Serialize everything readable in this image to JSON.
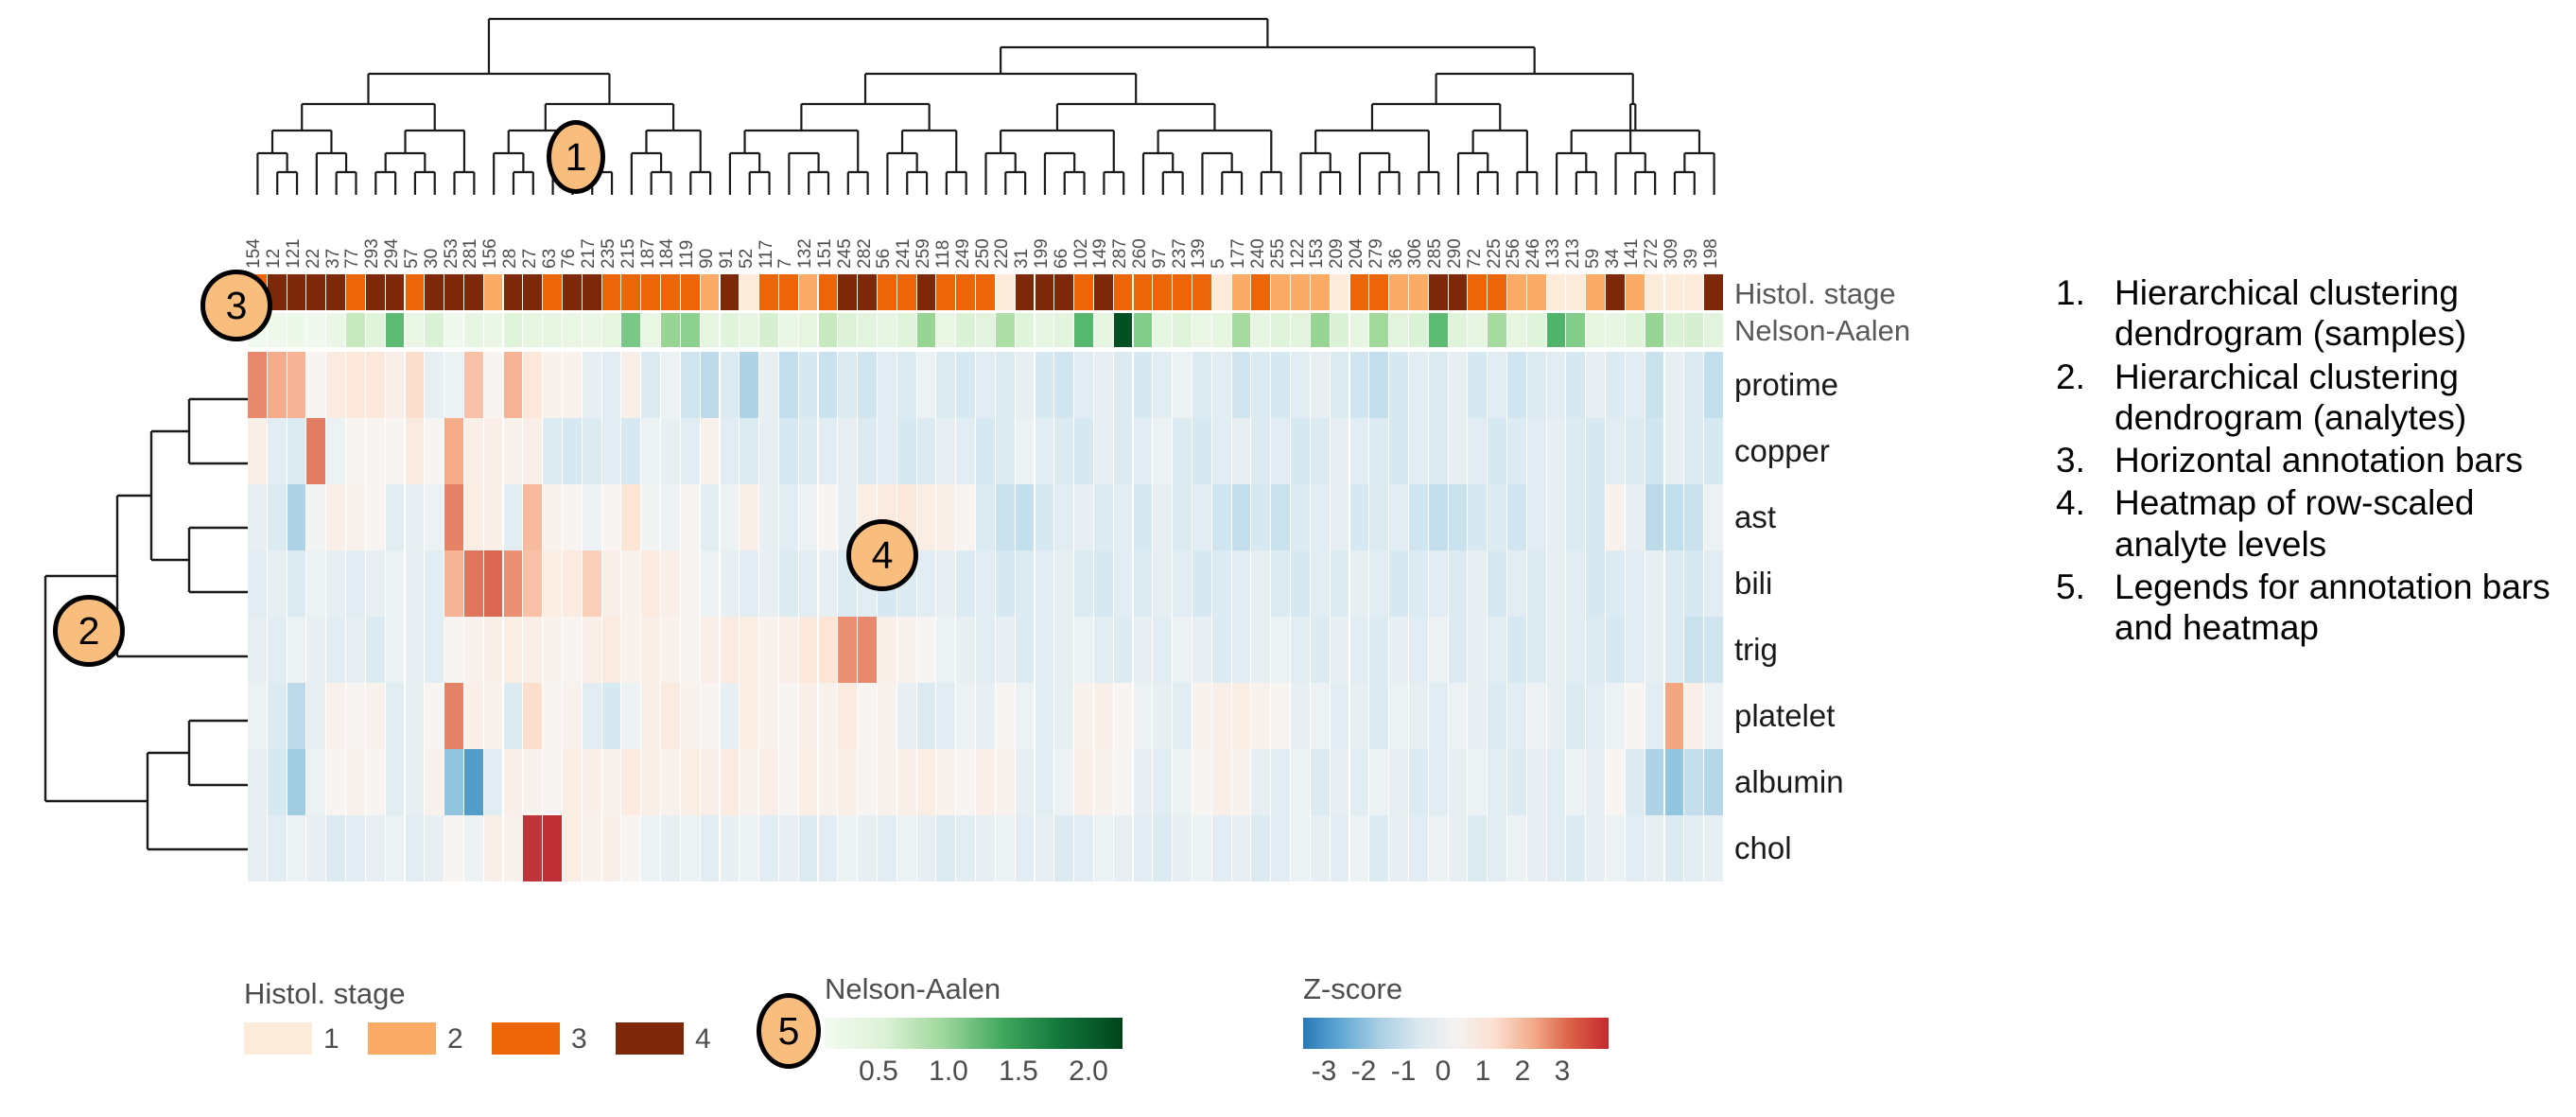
{
  "figure": {
    "row_labels": [
      "protime",
      "copper",
      "ast",
      "bili",
      "trig",
      "platelet",
      "albumin",
      "chol"
    ],
    "annotation_names": [
      "Histol. stage",
      "Nelson-Aalen"
    ],
    "column_labels": [
      "154",
      "12",
      "121",
      "22",
      "37",
      "77",
      "293",
      "294",
      "57",
      "30",
      "253",
      "281",
      "156",
      "28",
      "27",
      "63",
      "76",
      "217",
      "235",
      "215",
      "187",
      "184",
      "119",
      "90",
      "91",
      "52",
      "117",
      "7",
      "132",
      "151",
      "245",
      "282",
      "56",
      "241",
      "259",
      "118",
      "249",
      "250",
      "220",
      "31",
      "199",
      "66",
      "102",
      "149",
      "287",
      "260",
      "97",
      "237",
      "139",
      "5",
      "177",
      "240",
      "255",
      "122",
      "153",
      "209",
      "204",
      "279",
      "36",
      "306",
      "285",
      "290",
      "72",
      "225",
      "256",
      "246",
      "133",
      "213",
      "59",
      "34",
      "141",
      "272",
      "309",
      "39",
      "198"
    ]
  },
  "chart_data": {
    "type": "heatmap",
    "title": "",
    "xlabel": "",
    "ylabel": "",
    "rows": [
      "protime",
      "copper",
      "ast",
      "bili",
      "trig",
      "platelet",
      "albumin",
      "chol"
    ],
    "columns": [
      "154",
      "12",
      "121",
      "22",
      "37",
      "77",
      "293",
      "294",
      "57",
      "30",
      "253",
      "281",
      "156",
      "28",
      "27",
      "63",
      "76",
      "217",
      "235",
      "215",
      "187",
      "184",
      "119",
      "90",
      "91",
      "52",
      "117",
      "7",
      "132",
      "151",
      "245",
      "282",
      "56",
      "241",
      "259",
      "118",
      "249",
      "250",
      "220",
      "31",
      "199",
      "66",
      "102",
      "149",
      "287",
      "260",
      "97",
      "237",
      "139",
      "5",
      "177",
      "240",
      "255",
      "122",
      "153",
      "209",
      "204",
      "279",
      "36",
      "306",
      "285",
      "290",
      "72",
      "225",
      "256",
      "246",
      "133",
      "213",
      "59",
      "34",
      "141",
      "272",
      "309",
      "39",
      "198"
    ],
    "value_label": "Z-score",
    "zlim": [
      -3.6,
      3.6
    ],
    "colorscale": "RdBu reversed (blue=low, white=0, red=high)",
    "values": [
      [
        2.0,
        1.5,
        1.4,
        0.1,
        0.5,
        0.6,
        0.6,
        0.3,
        0.8,
        -0.3,
        -0.2,
        1.2,
        0.1,
        1.4,
        0.6,
        0.2,
        0.2,
        -0.3,
        -0.4,
        0.3,
        -0.5,
        -0.2,
        -0.7,
        -1.0,
        -0.5,
        -1.2,
        -0.3,
        -0.9,
        -0.6,
        -0.8,
        -0.5,
        -0.7,
        -0.4,
        -0.5,
        -0.2,
        -0.5,
        -0.6,
        -0.4,
        -0.5,
        -0.3,
        -0.6,
        -0.7,
        -0.4,
        -0.3,
        -0.5,
        -0.6,
        -0.4,
        -0.2,
        -0.5,
        -0.4,
        -0.7,
        -0.5,
        -0.6,
        -0.4,
        -0.3,
        -0.5,
        -0.7,
        -0.9,
        -0.6,
        -0.4,
        -0.5,
        -0.3,
        -0.6,
        -0.4,
        -0.7,
        -0.5,
        -0.4,
        -0.6,
        -0.3,
        -0.5,
        -0.4,
        -0.8,
        -0.3,
        -0.5,
        -0.9
      ],
      [
        0.3,
        -0.4,
        -0.5,
        2.2,
        -0.2,
        0.1,
        0.1,
        0.1,
        0.5,
        0.1,
        1.5,
        0.3,
        0.3,
        0.2,
        0.3,
        -0.5,
        -0.6,
        -0.5,
        -0.4,
        -0.6,
        -0.2,
        -0.3,
        -0.4,
        0.2,
        -0.4,
        -0.5,
        -0.3,
        -0.6,
        -0.5,
        -0.4,
        -0.3,
        -0.5,
        -0.4,
        -0.6,
        -0.5,
        -0.3,
        -0.4,
        -0.6,
        -0.5,
        -0.2,
        -0.4,
        -0.5,
        -0.6,
        -0.3,
        -0.5,
        -0.4,
        -0.2,
        -0.5,
        -0.6,
        -0.4,
        -0.3,
        -0.5,
        -0.4,
        -0.6,
        -0.5,
        -0.3,
        -0.4,
        -0.5,
        -0.6,
        -0.4,
        -0.5,
        -0.3,
        -0.4,
        -0.6,
        -0.5,
        -0.4,
        -0.3,
        -0.5,
        -0.6,
        -0.4,
        -0.5,
        -0.7,
        -0.3,
        -0.5,
        -0.6
      ],
      [
        -0.3,
        -0.5,
        -1.2,
        -0.1,
        0.3,
        0.2,
        0.1,
        -0.4,
        -0.3,
        -0.2,
        2.1,
        0.4,
        0.3,
        -0.4,
        1.3,
        0.2,
        0.1,
        -0.2,
        0.1,
        0.7,
        -0.1,
        -0.2,
        0.1,
        -0.4,
        -0.2,
        0.3,
        -0.3,
        -0.4,
        -0.2,
        0.1,
        -0.3,
        0.4,
        0.5,
        0.6,
        0.4,
        0.3,
        0.1,
        -0.5,
        -0.8,
        -0.9,
        -0.6,
        -0.4,
        -0.3,
        -0.5,
        -0.4,
        -0.6,
        -0.3,
        -0.5,
        -0.4,
        -0.7,
        -0.9,
        -0.6,
        -0.8,
        -0.5,
        -0.4,
        -0.3,
        -0.6,
        -0.5,
        -0.4,
        -0.7,
        -0.9,
        -0.8,
        -0.6,
        -0.5,
        -0.7,
        -0.4,
        -0.3,
        -0.5,
        -0.6,
        0.2,
        -0.3,
        -1.0,
        -0.9,
        -0.8,
        -0.2
      ],
      [
        -0.4,
        -0.3,
        -0.5,
        -0.2,
        -0.3,
        -0.4,
        -0.3,
        -0.2,
        -0.3,
        -0.4,
        1.4,
        2.3,
        2.5,
        1.9,
        1.2,
        0.4,
        0.5,
        1.0,
        0.3,
        0.2,
        0.5,
        0.3,
        0.1,
        -0.2,
        -0.3,
        -0.4,
        -0.3,
        -0.5,
        -0.4,
        -0.3,
        -0.5,
        -0.4,
        -0.6,
        -0.5,
        -0.4,
        -0.3,
        -0.5,
        -0.4,
        -0.6,
        -0.5,
        -0.4,
        -0.3,
        -0.5,
        -0.6,
        -0.4,
        -0.5,
        -0.3,
        -0.4,
        -0.6,
        -0.5,
        -0.4,
        -0.3,
        -0.5,
        -0.6,
        -0.4,
        -0.5,
        -0.3,
        -0.4,
        -0.6,
        -0.5,
        -0.4,
        -0.5,
        -0.3,
        -0.6,
        -0.4,
        -0.5,
        -0.3,
        -0.4,
        -0.6,
        -0.5,
        -0.4,
        -0.3,
        -0.5,
        -0.6,
        -0.4
      ],
      [
        -0.3,
        -0.4,
        -0.2,
        -0.3,
        -0.4,
        -0.3,
        -0.5,
        -0.2,
        -0.3,
        -0.4,
        0.1,
        0.2,
        0.3,
        0.4,
        0.3,
        0.2,
        0.1,
        0.3,
        0.5,
        0.2,
        0.3,
        0.2,
        0.1,
        0.3,
        0.5,
        0.4,
        0.2,
        0.3,
        0.6,
        0.7,
        1.9,
        2.0,
        0.3,
        0.2,
        0.1,
        -0.2,
        -0.3,
        -0.4,
        -0.3,
        -0.5,
        -0.4,
        -0.3,
        -0.2,
        -0.4,
        -0.5,
        -0.3,
        -0.4,
        -0.2,
        -0.3,
        -0.5,
        -0.4,
        -0.3,
        -0.2,
        -0.4,
        -0.5,
        -0.3,
        -0.4,
        -0.5,
        -0.3,
        -0.4,
        -0.2,
        -0.5,
        -0.3,
        -0.4,
        -0.6,
        -0.5,
        -0.3,
        -0.4,
        -0.5,
        -0.6,
        -0.4,
        -0.3,
        -0.5,
        -0.8,
        -0.7
      ],
      [
        -0.2,
        -0.5,
        -1.0,
        -0.3,
        0.2,
        0.1,
        0.2,
        -0.4,
        -0.3,
        0.1,
        2.1,
        0.3,
        0.2,
        -0.5,
        0.8,
        0.1,
        0.2,
        -0.4,
        -0.6,
        -0.2,
        0.3,
        0.5,
        0.2,
        0.1,
        -0.3,
        0.4,
        0.2,
        0.1,
        0.3,
        0.2,
        0.5,
        0.1,
        0.2,
        -0.3,
        -0.5,
        -0.4,
        -0.2,
        -0.3,
        0.1,
        -0.2,
        -0.4,
        -0.3,
        0.2,
        0.3,
        0.1,
        -0.2,
        -0.3,
        -0.4,
        0.2,
        0.3,
        0.4,
        0.2,
        0.1,
        -0.3,
        -0.2,
        -0.4,
        -0.3,
        -0.5,
        -0.2,
        -0.3,
        -0.4,
        -0.2,
        -0.3,
        -0.5,
        -0.4,
        -0.2,
        -0.3,
        -0.5,
        -0.4,
        -0.2,
        0.1,
        -0.4,
        1.6,
        0.3,
        -0.2
      ],
      [
        -0.3,
        -0.6,
        -1.4,
        -0.2,
        0.1,
        0.2,
        0.1,
        -0.4,
        -0.3,
        0.2,
        -1.6,
        -2.4,
        -0.4,
        0.3,
        0.2,
        0.1,
        0.4,
        0.3,
        0.2,
        0.5,
        0.3,
        0.2,
        0.4,
        0.3,
        0.5,
        0.2,
        0.3,
        0.1,
        0.4,
        0.2,
        0.3,
        0.1,
        0.2,
        0.3,
        0.4,
        0.2,
        0.1,
        0.3,
        0.2,
        -0.3,
        -0.4,
        -0.2,
        0.3,
        0.2,
        0.1,
        -0.3,
        -0.4,
        -0.2,
        0.1,
        0.3,
        0.2,
        -0.3,
        -0.4,
        -0.2,
        -0.5,
        -0.3,
        -0.4,
        -0.2,
        -0.3,
        -0.5,
        -0.4,
        -0.3,
        -0.2,
        -0.4,
        -0.5,
        -0.3,
        -0.4,
        -0.2,
        -0.3,
        0.1,
        -0.5,
        -1.2,
        -1.6,
        -0.9,
        -1.1
      ],
      [
        -0.3,
        -0.4,
        -0.2,
        -0.3,
        -0.5,
        -0.4,
        -0.3,
        -0.2,
        -0.4,
        -0.3,
        0.1,
        -0.2,
        0.3,
        0.2,
        3.2,
        3.3,
        0.4,
        0.2,
        0.3,
        0.1,
        -0.2,
        -0.3,
        -0.2,
        -0.4,
        -0.3,
        -0.2,
        -0.4,
        -0.3,
        -0.5,
        -0.4,
        -0.2,
        -0.3,
        -0.4,
        -0.2,
        -0.3,
        -0.5,
        -0.4,
        -0.3,
        -0.2,
        -0.4,
        -0.3,
        -0.5,
        -0.4,
        -0.2,
        -0.3,
        -0.4,
        -0.5,
        -0.3,
        -0.2,
        -0.4,
        -0.3,
        -0.5,
        -0.4,
        -0.2,
        -0.3,
        -0.4,
        -0.2,
        -0.5,
        -0.3,
        -0.4,
        -0.2,
        -0.3,
        -0.5,
        -0.4,
        -0.2,
        -0.3,
        -0.4,
        -0.5,
        -0.3,
        -0.2,
        -0.4,
        -0.3,
        -0.5,
        -0.4,
        -0.3
      ]
    ],
    "annotations": [
      {
        "name": "Histol. stage",
        "type": "categorical",
        "levels": [
          "1",
          "2",
          "3",
          "4"
        ],
        "colors": [
          "#fdebdc",
          "#fcab67",
          "#ec6608",
          "#7d2808"
        ],
        "values": [
          3,
          4,
          4,
          4,
          4,
          3,
          4,
          4,
          3,
          4,
          4,
          4,
          2,
          4,
          4,
          3,
          4,
          4,
          3,
          3,
          3,
          3,
          3,
          2,
          4,
          1,
          3,
          3,
          2,
          3,
          4,
          4,
          3,
          3,
          4,
          3,
          3,
          3,
          1,
          4,
          4,
          4,
          3,
          4,
          3,
          3,
          3,
          3,
          3,
          1,
          2,
          3,
          2,
          2,
          2,
          1,
          3,
          3,
          2,
          2,
          4,
          4,
          3,
          3,
          2,
          2,
          1,
          1,
          2,
          4,
          2,
          1,
          1,
          1,
          4
        ]
      },
      {
        "name": "Nelson-Aalen",
        "type": "continuous",
        "range": [
          0.0,
          2.3
        ],
        "ticks": [
          0.5,
          1.0,
          1.5,
          2.0
        ],
        "colors_low_high": [
          "#f7fcf5",
          "#00441b"
        ],
        "values": [
          0.1,
          0.12,
          0.15,
          0.1,
          0.18,
          0.55,
          0.3,
          1.25,
          0.2,
          0.35,
          0.1,
          0.22,
          0.18,
          0.3,
          0.25,
          0.22,
          0.2,
          0.18,
          0.25,
          1.1,
          0.2,
          0.95,
          1.0,
          0.25,
          0.3,
          0.22,
          0.4,
          0.18,
          0.25,
          0.55,
          0.32,
          0.28,
          0.22,
          0.3,
          0.95,
          0.2,
          0.35,
          0.28,
          0.8,
          0.3,
          0.22,
          0.26,
          1.3,
          0.25,
          2.25,
          1.05,
          0.22,
          0.3,
          0.2,
          0.25,
          0.85,
          0.22,
          0.3,
          0.28,
          0.95,
          0.35,
          0.22,
          0.9,
          0.28,
          0.35,
          1.25,
          0.3,
          0.22,
          0.85,
          0.25,
          0.3,
          1.35,
          1.05,
          0.25,
          0.22,
          0.3,
          0.95,
          0.35,
          0.4,
          0.28
        ]
      }
    ]
  },
  "legends": {
    "stage": {
      "title": "Histol. stage",
      "items": [
        {
          "label": "1",
          "color": "#fdebdc"
        },
        {
          "label": "2",
          "color": "#fcab67"
        },
        {
          "label": "3",
          "color": "#ec6608"
        },
        {
          "label": "4",
          "color": "#7d2808"
        }
      ]
    },
    "nelson_aalen": {
      "title": "Nelson-Aalen",
      "ticks": [
        "0.5",
        "1.0",
        "1.5",
        "2.0"
      ],
      "segments": [
        "#f3fbf1",
        "#dcf1d6",
        "#9ed79a",
        "#3fa75d",
        "#11743a",
        "#00441b"
      ]
    },
    "zscore": {
      "title": "Z-score",
      "ticks": [
        "-3",
        "-2",
        "-1",
        "0",
        "1",
        "2",
        "3"
      ],
      "segments": [
        "#2878b8",
        "#62a8d4",
        "#a9cfe4",
        "#d9e7ef",
        "#f4f2f0",
        "#fbe0d2",
        "#f2ac8b",
        "#db6147",
        "#c4292e"
      ]
    }
  },
  "callouts": {
    "b1": "1",
    "b2": "2",
    "b3": "3",
    "b4": "4",
    "b5": "5"
  },
  "caption": {
    "items": [
      {
        "num": "1.",
        "text": "Hierarchical clustering dendrogram (samples)"
      },
      {
        "num": "2.",
        "text": "Hierarchical clustering dendrogram (analytes)"
      },
      {
        "num": "3.",
        "text": "Horizontal annotation bars"
      },
      {
        "num": "4.",
        "text": "Heatmap of row-scaled analyte levels"
      },
      {
        "num": "5.",
        "text": "Legends for annotation bars and heatmap"
      }
    ]
  }
}
